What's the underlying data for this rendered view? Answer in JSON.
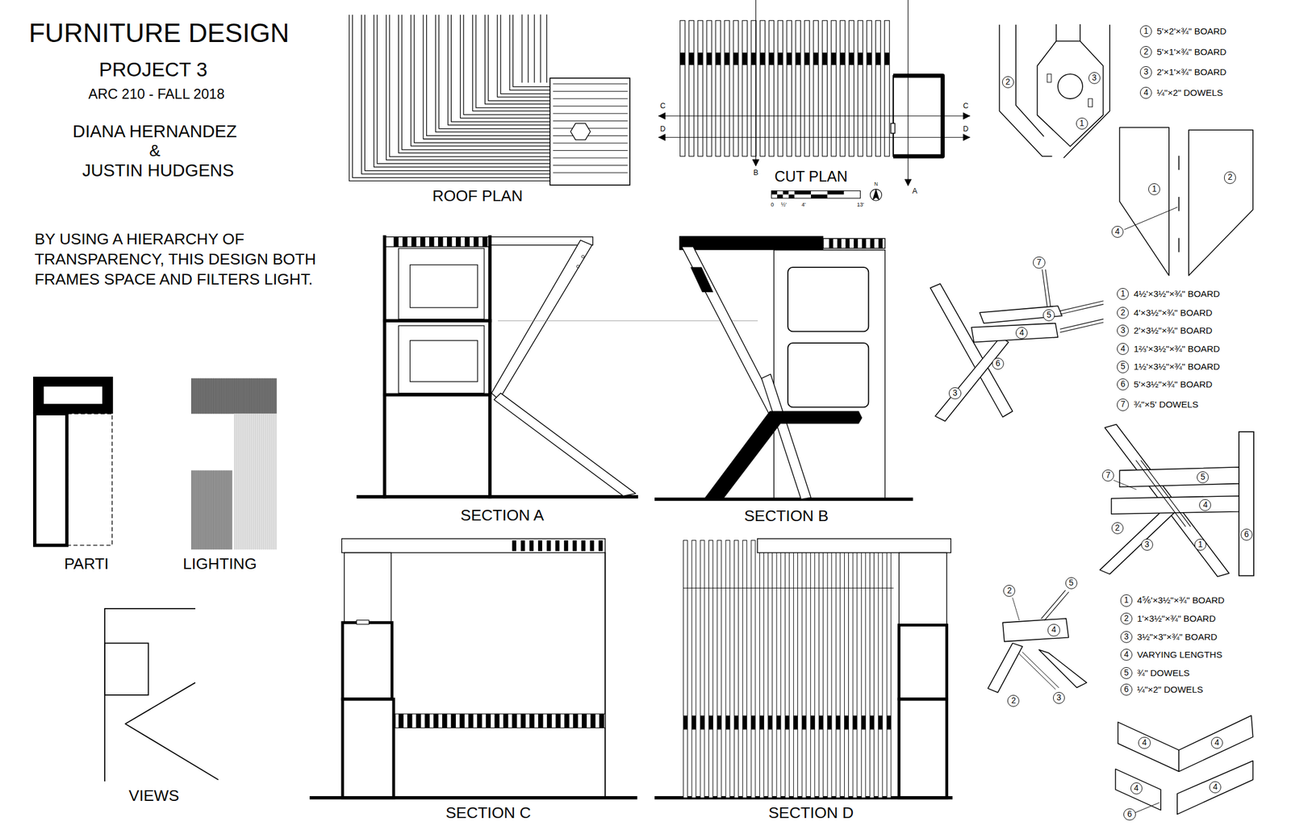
{
  "diagram": {
    "title": "FURNITURE DESIGN",
    "labels": [
      "PROJECT 3",
      "ARC 210 - FALL 2018",
      "DIANA HERNANDEZ",
      "&",
      "JUSTIN HUDGENS",
      "BY USING A HIERARCHY OF TRANSPARENCY, THIS DESIGN BOTH FRAMES SPACE AND FILTERS LIGHT.",
      "PARTI",
      "LIGHTING",
      "VIEWS",
      "ROOF PLAN",
      "CUT PLAN",
      "SECTION A",
      "SECTION B",
      "SECTION C",
      "SECTION D",
      "C",
      "C",
      "D",
      "D",
      "B",
      "A",
      "N",
      "0",
      "½'",
      "4'",
      "13'",
      "1",
      "5'×2'×¾\" BOARD",
      "2",
      "5'×1'×¾\" BOARD",
      "3",
      "2'×1'×¾\" BOARD",
      "4",
      "¼\"×2\" DOWELS",
      "3",
      "1",
      "2",
      "1",
      "2",
      "4",
      "1",
      "4½'×3½\"×¾\" BOARD",
      "2",
      "4'×3½\"×¾\" BOARD",
      "3",
      "2'×3½\"×¾\" BOARD",
      "4",
      "1⅔'×3½\"×¾\" BOARD",
      "5",
      "1½'×3½\"×¾\" BOARD",
      "6",
      "5'×3½\"×¾\" BOARD",
      "7",
      "¾\"×5' DOWELS",
      "7",
      "5",
      "4",
      "6",
      "3",
      "7",
      "5",
      "4",
      "2",
      "3",
      "1",
      "6",
      "1",
      "4⅚'×3½\"×¾\" BOARD",
      "2",
      "1'×3½\"×¾\" BOARD",
      "3",
      "3½\"×3\"×¾\" BOARD",
      "4",
      "VARYING LENGTHS",
      "5",
      "¾\" DOWELS",
      "6",
      "¼\"×2\" DOWELS",
      "2",
      "5",
      "4",
      "2",
      "3",
      "4",
      "4",
      "4",
      "4",
      "6"
    ]
  }
}
